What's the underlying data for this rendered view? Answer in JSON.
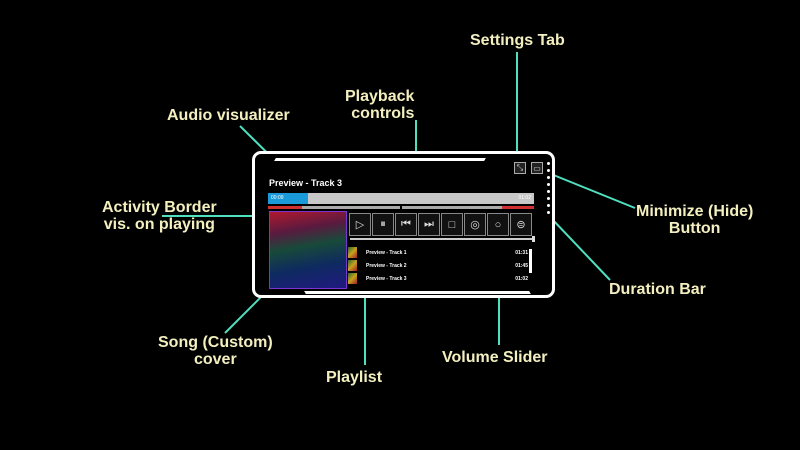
{
  "annotations": {
    "settings_tab": "Settings Tab",
    "audio_visualizer": "Audio visualizer",
    "playback_controls": "Playback\ncontrols",
    "activity_border": "Activity Border\nvis. on playing",
    "minimize_button": "Minimize (Hide)\nButton",
    "duration_bar": "Duration Bar",
    "song_cover": "Song (Custom)\ncover",
    "playlist": "Playlist",
    "volume_slider": "Volume Slider"
  },
  "player": {
    "title": "Preview - Track 3",
    "elapsed": "00:09",
    "total": "01:02",
    "progress_percent": 15,
    "volume_percent": 100,
    "controls": [
      {
        "name": "play",
        "glyph": "▷"
      },
      {
        "name": "pause",
        "glyph": "⏸"
      },
      {
        "name": "previous",
        "glyph": "⏮"
      },
      {
        "name": "next",
        "glyph": "⏭"
      },
      {
        "name": "stop",
        "glyph": "□"
      },
      {
        "name": "shuffle",
        "glyph": "◎"
      },
      {
        "name": "repeat",
        "glyph": "○"
      },
      {
        "name": "loop",
        "glyph": "⊜"
      }
    ],
    "playlist": [
      {
        "title": "Preview - Track 1",
        "duration": "01:31"
      },
      {
        "title": "Preview - Track 2",
        "duration": "01:45"
      },
      {
        "title": "Preview - Track 3",
        "duration": "01:02"
      }
    ]
  },
  "colors": {
    "annotation_text": "#f3efbf",
    "leader_line": "#4fe0c0",
    "progress": "#1a9ad8",
    "activity_border": "#7a35d0"
  }
}
